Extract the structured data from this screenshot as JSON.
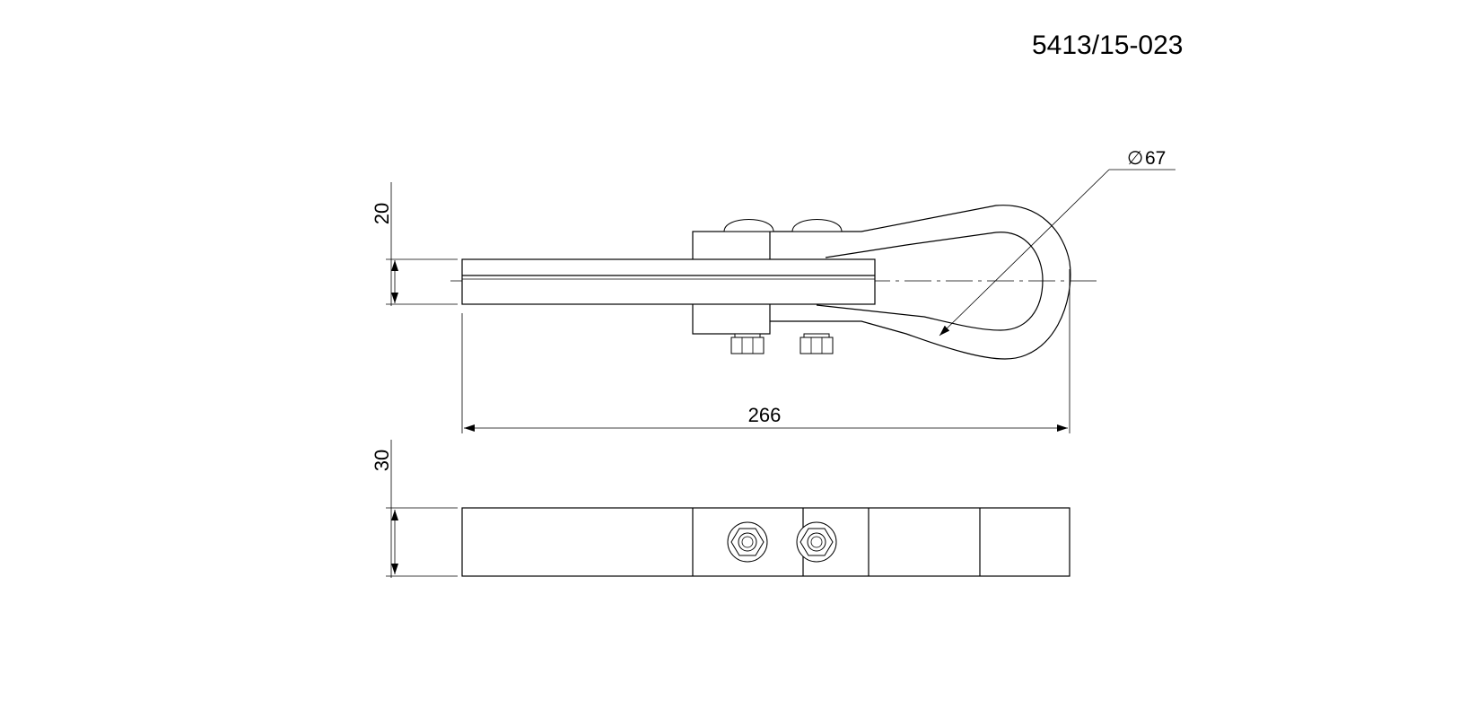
{
  "drawing": {
    "part_number": "5413/15-023",
    "dimensions": {
      "top_thickness": "20",
      "overall_length": "266",
      "eye_diameter": "67",
      "diameter_symbol": "∅",
      "side_height": "30"
    }
  }
}
